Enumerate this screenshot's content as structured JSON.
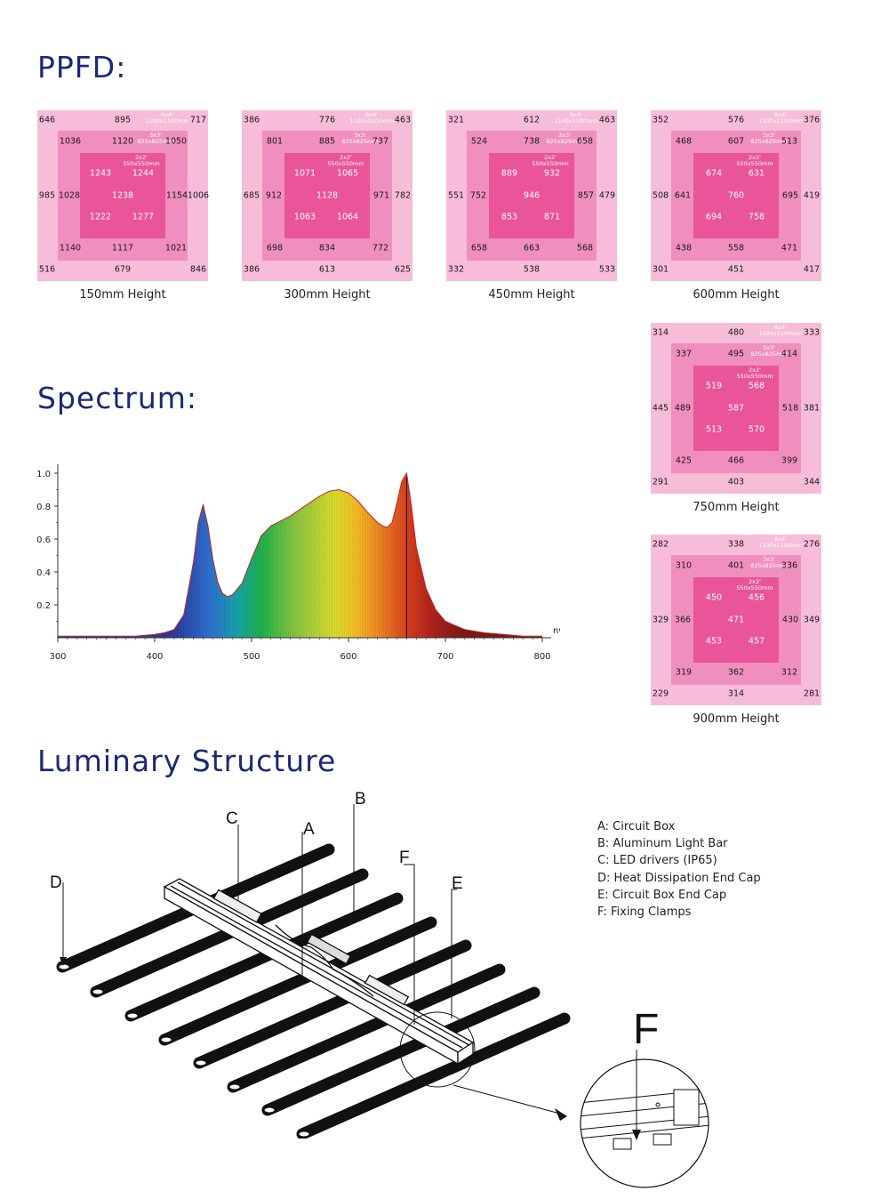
{
  "titles": {
    "ppfd": "PPFD:",
    "spectrum": "Spectrum:",
    "structure": "Luminary Structure"
  },
  "ppfd": {
    "zone_labels": {
      "outer_a": "6x4'",
      "outer_b": "1100x1100mm",
      "mid_a": "3x3'",
      "mid_b": "825x825mm",
      "inner_a": "2x2'",
      "inner_b": "550x550mm"
    },
    "grids": [
      {
        "caption": "150mm Height",
        "values": [
          "646",
          "895",
          "717",
          "1036",
          "1120",
          "1050",
          "1243",
          "1244",
          "985",
          "1028",
          "1238",
          "1154",
          "1006",
          "1222",
          "1277",
          "1140",
          "1117",
          "1021",
          "516",
          "679",
          "846"
        ]
      },
      {
        "caption": "300mm Height",
        "values": [
          "386",
          "776",
          "463",
          "801",
          "885",
          "737",
          "1071",
          "1065",
          "685",
          "912",
          "1128",
          "971",
          "782",
          "1063",
          "1064",
          "698",
          "834",
          "772",
          "386",
          "613",
          "625"
        ]
      },
      {
        "caption": "450mm Height",
        "values": [
          "321",
          "612",
          "463",
          "524",
          "738",
          "658",
          "889",
          "932",
          "551",
          "752",
          "946",
          "857",
          "479",
          "853",
          "871",
          "658",
          "663",
          "568",
          "332",
          "538",
          "533"
        ]
      },
      {
        "caption": "600mm Height",
        "values": [
          "352",
          "576",
          "376",
          "468",
          "607",
          "513",
          "674",
          "631",
          "508",
          "641",
          "760",
          "695",
          "419",
          "694",
          "758",
          "438",
          "558",
          "471",
          "301",
          "451",
          "417"
        ]
      },
      {
        "caption": "750mm Height",
        "values": [
          "314",
          "480",
          "333",
          "337",
          "495",
          "414",
          "519",
          "568",
          "445",
          "489",
          "587",
          "518",
          "381",
          "513",
          "570",
          "425",
          "466",
          "399",
          "291",
          "403",
          "344"
        ]
      },
      {
        "caption": "900mm Height",
        "values": [
          "282",
          "338",
          "276",
          "310",
          "401",
          "336",
          "450",
          "456",
          "329",
          "366",
          "471",
          "430",
          "349",
          "453",
          "457",
          "319",
          "362",
          "312",
          "229",
          "314",
          "281"
        ]
      }
    ]
  },
  "chart_data": {
    "type": "area",
    "xlabel": "nw",
    "ylabel": "",
    "xlim": [
      300,
      800
    ],
    "ylim": [
      0,
      1.0
    ],
    "xticks": [
      "300",
      "400",
      "500",
      "600",
      "700",
      "800"
    ],
    "yticks": [
      "0.2",
      "0.4",
      "0.6",
      "0.8",
      "1.0"
    ],
    "x": [
      300,
      340,
      380,
      400,
      410,
      420,
      430,
      440,
      445,
      450,
      455,
      460,
      465,
      470,
      475,
      480,
      490,
      500,
      510,
      520,
      530,
      540,
      550,
      560,
      570,
      580,
      590,
      600,
      610,
      620,
      630,
      635,
      640,
      645,
      650,
      655,
      660,
      665,
      670,
      680,
      690,
      700,
      720,
      740,
      760,
      780,
      800
    ],
    "y": [
      0.01,
      0.01,
      0.01,
      0.02,
      0.03,
      0.05,
      0.14,
      0.46,
      0.7,
      0.81,
      0.68,
      0.48,
      0.34,
      0.27,
      0.25,
      0.26,
      0.33,
      0.48,
      0.62,
      0.68,
      0.71,
      0.74,
      0.78,
      0.82,
      0.86,
      0.89,
      0.9,
      0.88,
      0.83,
      0.76,
      0.7,
      0.68,
      0.67,
      0.7,
      0.82,
      0.95,
      1.0,
      0.8,
      0.55,
      0.3,
      0.17,
      0.1,
      0.05,
      0.03,
      0.02,
      0.01,
      0.01
    ],
    "peak_marker_x": 660,
    "grid": false
  },
  "structure": {
    "callouts": [
      "A",
      "B",
      "C",
      "D",
      "E",
      "F"
    ],
    "detail_label": "F",
    "legend": [
      "A: Circuit Box",
      "B: Aluminum Light Bar",
      "C: LED drivers (IP65)",
      "D: Heat Dissipation End Cap",
      "E: Circuit Box End Cap",
      "F: Fixing Clamps"
    ]
  }
}
